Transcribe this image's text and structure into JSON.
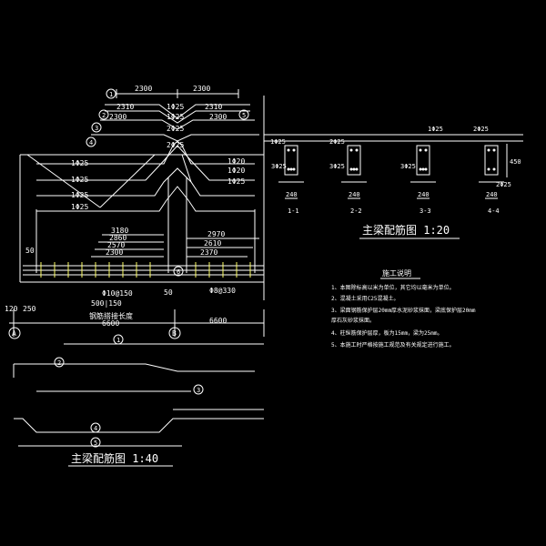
{
  "colors": {
    "background": "#000000",
    "line": "#ffffff",
    "dim": "#c8c8c8",
    "accent": "#ffff66"
  },
  "main_beam": {
    "title": "主梁配筋图 1:40",
    "top_dims": [
      "2300",
      "2300"
    ],
    "bar_labels": {
      "r2310_left": "2310",
      "r2310_right": "2310",
      "r2300_left": "2300",
      "r2300_right": "2300",
      "t3_1": "1Φ25",
      "t3_2": "1Φ25",
      "t3_3": "2Φ25",
      "top_2b": "2Φ25",
      "bent_1": "1Φ25",
      "bent_2": "1Φ25",
      "bent_3": "1Φ25",
      "bent_4": "1Φ25",
      "bent_5": "1Φ20",
      "bent_6": "1Φ20",
      "bent_7": "1Φ25"
    },
    "bottom_dims_left": [
      "3180",
      "2860",
      "2570",
      "2300"
    ],
    "bottom_dims_right": [
      "2970",
      "2610",
      "2370"
    ],
    "misc_labels": {
      "left_50": "50",
      "mid_50": "50",
      "left_120": "120",
      "left_250": "250",
      "stirrup": "Φ10@150",
      "stirrup_right": "Φ8@330",
      "dim_500": "500|150",
      "note": "钢筋搭接长度",
      "dim_6600_left": "6600",
      "dim_6600": "6600"
    },
    "axes": [
      "A",
      "B"
    ],
    "circle_marks": [
      "1",
      "2",
      "3",
      "4",
      "5",
      "6"
    ],
    "bar_marks": [
      "1",
      "2",
      "3",
      "4",
      "5"
    ]
  },
  "sections": {
    "title": "主梁配筋图 1:20",
    "items": [
      {
        "label": "1-1",
        "width": "240",
        "top": "1Φ25",
        "bottom": "3Φ25"
      },
      {
        "label": "2-2",
        "width": "240",
        "top": "2Φ25",
        "bottom": "3Φ25"
      },
      {
        "label": "3-3",
        "width": "240",
        "top": "1Φ25",
        "bottom": "3Φ25"
      },
      {
        "label": "4-4",
        "width": "240",
        "top": "2Φ25",
        "bottom": "2Φ25"
      }
    ],
    "side_label": "450"
  },
  "notes": {
    "title": "施工说明",
    "lines": [
      "1、本图除标高以米为单位，其它均以毫米为单位。",
      "2、混凝土采用C25混凝土。",
      "3、梁面钢筋保护层20mm厚水泥砂浆抹面，梁底保护层20mm",
      "   厚石灰砂浆抹面。",
      "4、柱纵筋保护层厚，板为15mm，梁为25mm。",
      "5、本施工时严格按施工规范及有关规定进行施工。"
    ]
  }
}
